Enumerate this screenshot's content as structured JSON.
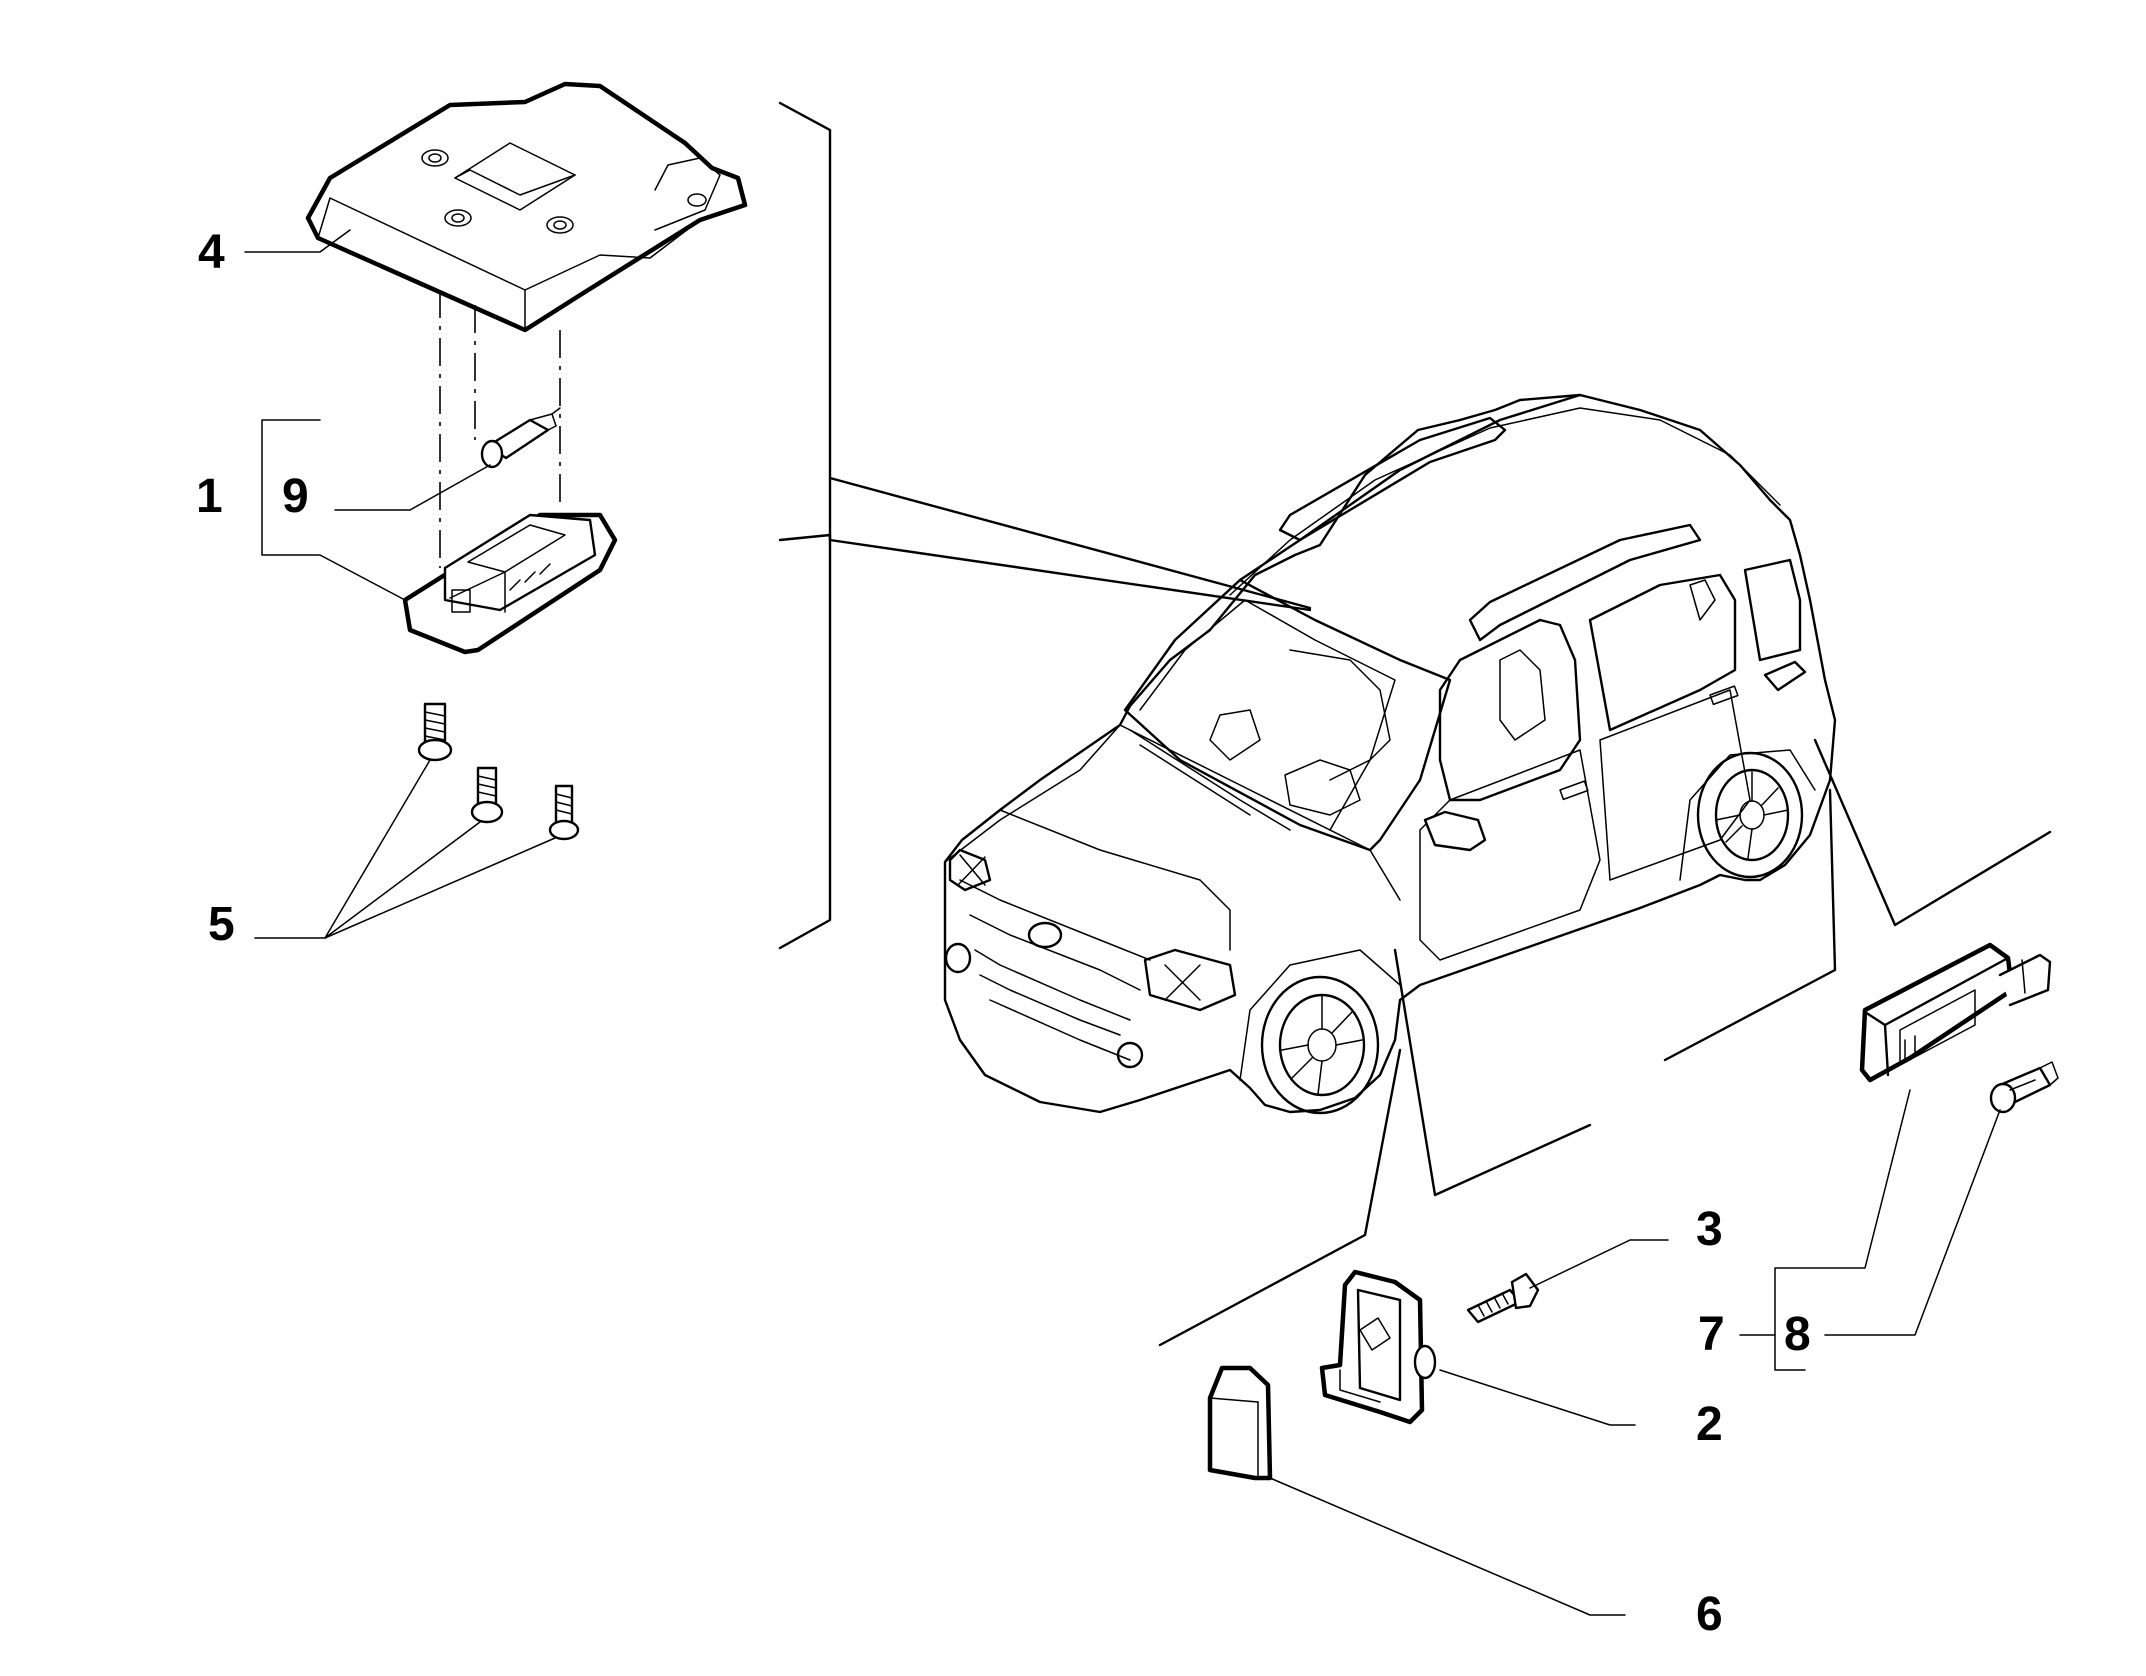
{
  "callouts": {
    "c1": "1",
    "c2": "2",
    "c3": "3",
    "c4": "4",
    "c5": "5",
    "c6": "6",
    "c7": "7",
    "c8": "8",
    "c9": "9"
  },
  "icons": {
    "car": "vehicle-illustration-icon",
    "ceiling-housing": "interior-light-housing-icon",
    "lamp-unit": "courtesy-lamp-unit-icon",
    "bulb": "festoon-bulb-icon",
    "screws": "screw-icon",
    "switch": "door-switch-icon",
    "bolt": "bolt-icon",
    "cap": "protective-cap-icon",
    "door-lamp": "door-lamp-icon",
    "wedge-bulb": "wedge-bulb-icon"
  }
}
